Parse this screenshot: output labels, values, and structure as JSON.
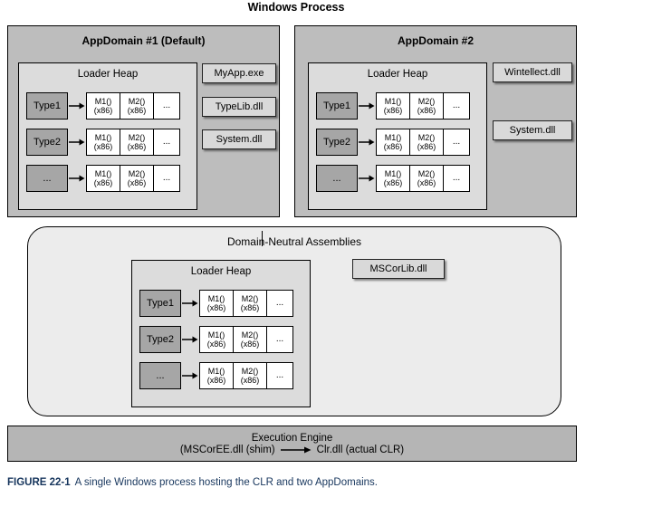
{
  "page": {
    "title": "Windows Process"
  },
  "appdomain1": {
    "title": "AppDomain #1 (Default)",
    "assemblies": [
      "MyApp.exe",
      "TypeLib.dll",
      "System.dll"
    ]
  },
  "appdomain2": {
    "title": "AppDomain #2",
    "assemblies": [
      "Wintellect.dll",
      "System.dll"
    ]
  },
  "domain_neutral": {
    "title": "Domain-Neutral Assemblies",
    "assemblies": [
      "MSCorLib.dll"
    ]
  },
  "loader_heap": {
    "title": "Loader Heap",
    "rows": [
      {
        "type": "Type1",
        "cells": [
          [
            "M1()",
            "(x86)"
          ],
          [
            "M2()",
            "(x86)"
          ],
          [
            "..."
          ]
        ]
      },
      {
        "type": "Type2",
        "cells": [
          [
            "M1()",
            "(x86)"
          ],
          [
            "M2()",
            "(x86)"
          ],
          [
            "..."
          ]
        ]
      },
      {
        "type": "...",
        "cells": [
          [
            "M1()",
            "(x86)"
          ],
          [
            "M2()",
            "(x86)"
          ],
          [
            "..."
          ]
        ]
      }
    ]
  },
  "execution_engine": {
    "title": "Execution Engine",
    "left": "(MSCorEE.dll (shim)",
    "right": "Clr.dll (actual CLR)"
  },
  "caption": {
    "label": "FIGURE 22-1",
    "text": "A single Windows process hosting the CLR and two AppDomains."
  },
  "colors": {
    "appdomain_bg": "#bdbdbd",
    "heap_bg": "#dcdcdc",
    "type_bg": "#a6a6a6",
    "cell_bg": "#ffffff",
    "chip_bg": "#d9d9d9",
    "neutral_bg": "#ececec",
    "engine_bg": "#b5b5b5",
    "caption_color": "#17365d"
  }
}
